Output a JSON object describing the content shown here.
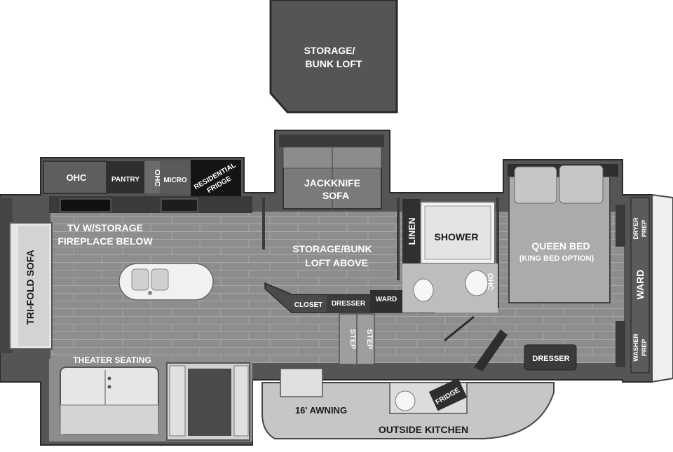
{
  "labels": {
    "storage_bunk_loft_top": "STORAGE/",
    "storage_bunk_loft_bottom": "BUNK LOFT",
    "ohc_kitchen": "OHC",
    "pantry": "PANTRY",
    "ohc_vertical": "OHC",
    "micro": "MICRO",
    "residential_top": "RESIDENTIAL",
    "residential_bottom": "FRIDGE",
    "jackknife_top": "JACKKNIFE",
    "jackknife_bottom": "SOFA",
    "tv_top": "TV W/STORAGE",
    "tv_bottom": "FIREPLACE BELOW",
    "loft_above_top": "STORAGE/BUNK",
    "loft_above_bottom": "LOFT ABOVE",
    "linen": "LINEN",
    "shower": "SHOWER",
    "queen_bed": "QUEEN BED",
    "king_option": "(KING BED OPTION)",
    "dryer_top": "DRYER",
    "dryer_bottom": "PREP",
    "ward_right": "WARD",
    "washer_top": "WASHER",
    "washer_bottom": "PREP",
    "tri_fold_sofa": "TRI-FOLD SOFA",
    "closet": "CLOSET",
    "dresser_mid": "DRESSER",
    "ward_mid": "WARD",
    "ohc_bath": "OHC",
    "step_1": "STEP",
    "step_2": "STEP",
    "theater_seating": "THEATER SEATING",
    "dresser_bed": "DRESSER",
    "awning": "16' AWNING",
    "outside_kitchen": "OUTSIDE KITCHEN",
    "fridge_outside": "FRIDGE"
  }
}
